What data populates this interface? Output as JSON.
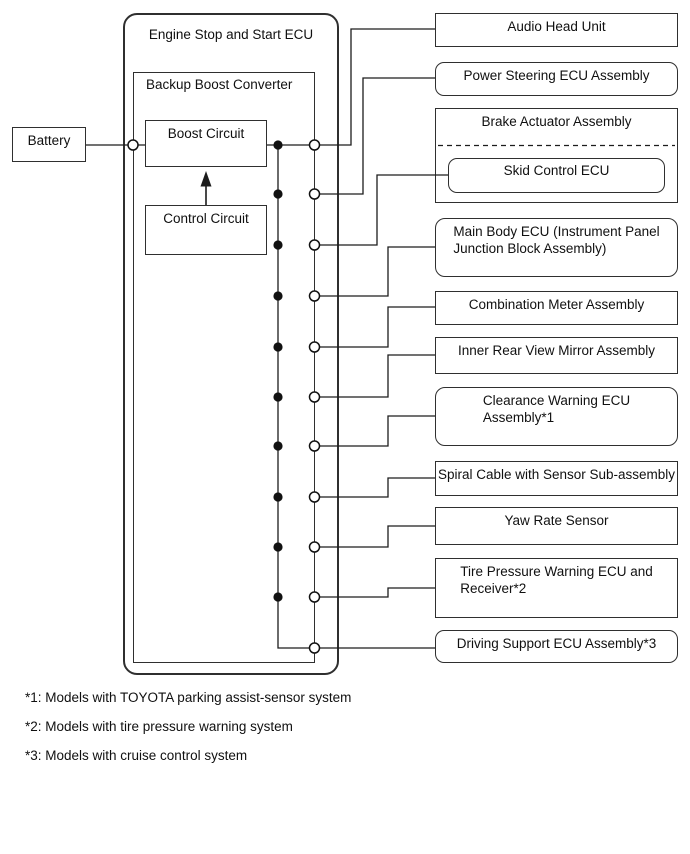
{
  "colors": {
    "wire": "#1c1c1c",
    "box_border": "#2f2f2f",
    "background": "#ffffff",
    "text": "#101010"
  },
  "battery": {
    "label": "Battery"
  },
  "ecu": {
    "title": "Engine Stop and Start ECU",
    "converter_title": "Backup Boost Converter",
    "boost_label": "Boost Circuit",
    "control_label": "Control Circuit"
  },
  "components": [
    {
      "name": "audio-head-unit",
      "lines": [
        "Audio Head Unit"
      ]
    },
    {
      "name": "power-steering-ecu-assembly",
      "lines": [
        "Power Steering ECU Assembly"
      ]
    },
    {
      "name": "brake-actuator-assembly",
      "lines": [
        "Brake Actuator Assembly"
      ],
      "sub_lines": [
        "Skid Control ECU"
      ]
    },
    {
      "name": "main-body-ecu",
      "lines": [
        "Main Body ECU (Instrument Panel",
        "Junction Block Assembly)"
      ]
    },
    {
      "name": "combination-meter-assembly",
      "lines": [
        "Combination Meter Assembly"
      ]
    },
    {
      "name": "inner-rear-view-mirror-assembly",
      "lines": [
        "Inner Rear View Mirror Assembly"
      ]
    },
    {
      "name": "clearance-warning-ecu-assembly",
      "lines": [
        "Clearance Warning ECU",
        "Assembly*1"
      ]
    },
    {
      "name": "spiral-cable-with-sensor-sub-assembly",
      "lines": [
        "Spiral Cable with Sensor Sub-assembly"
      ]
    },
    {
      "name": "yaw-rate-sensor",
      "lines": [
        "Yaw Rate Sensor"
      ]
    },
    {
      "name": "tire-pressure-warning-ecu-and-receiver",
      "lines": [
        "Tire Pressure Warning ECU and",
        "Receiver*2"
      ]
    },
    {
      "name": "driving-support-ecu-assembly",
      "lines": [
        "Driving Support ECU Assembly*3"
      ]
    }
  ],
  "notes": [
    "*1: Models with TOYOTA parking assist-sensor system",
    "*2: Models with tire pressure warning system",
    "*3: Models with cruise control system"
  ]
}
